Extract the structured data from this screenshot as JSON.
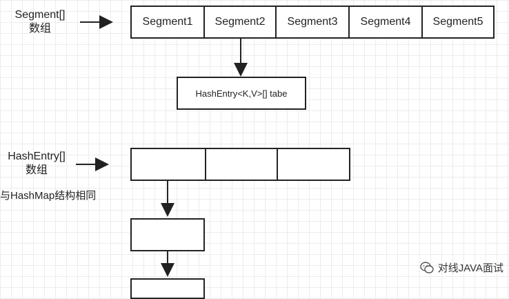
{
  "segment_array": {
    "label_line1": "Segment[]",
    "label_line2": "数组",
    "cells": [
      "Segment1",
      "Segment2",
      "Segment3",
      "Segment4",
      "Segment5"
    ]
  },
  "hash_table": {
    "label": "HashEntry<K,V>[] tabe"
  },
  "hashentry_array": {
    "label_line1": "HashEntry[]",
    "label_line2": "数组",
    "note": "与HashMap结构相同"
  },
  "watermark": {
    "text": "对线JAVA面试",
    "icon": "wechat-icon"
  }
}
